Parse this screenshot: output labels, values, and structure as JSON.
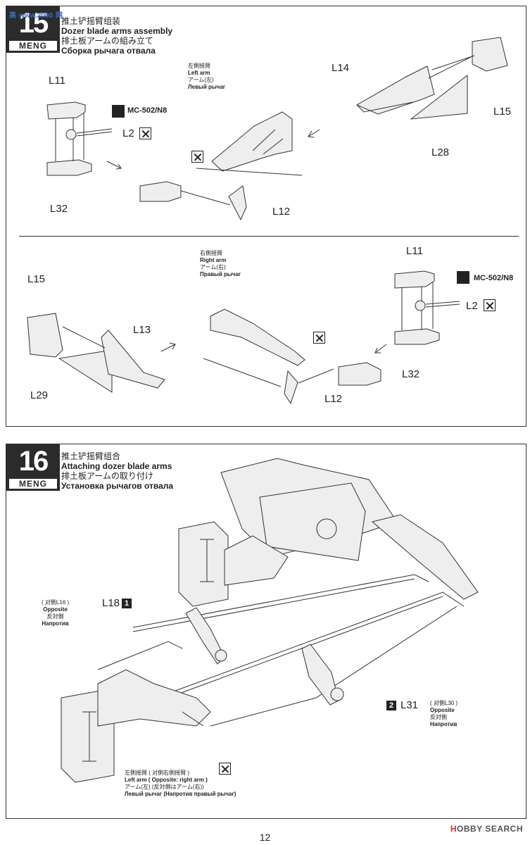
{
  "watermark": "高  www.2000  网",
  "step15": {
    "number": "15",
    "logo": "MENG",
    "title_cn": "推土铲摇臂组装",
    "title_en": "Dozer blade arms assembly",
    "title_jp": "排土板アームの組み立て",
    "title_ru": "Сборка рычага отвала",
    "left_arm": {
      "cn": "左側摇臂",
      "en": "Left arm",
      "jp": "アーム(左)",
      "ru": "Левый рычаг"
    },
    "right_arm": {
      "cn": "右側摇臂",
      "en": "Right arm",
      "jp": "アーム(右)",
      "ru": "Правый рычаг"
    },
    "paint_label": "MC-502/N8",
    "parts": {
      "l11": "L11",
      "l2": "L2",
      "l32": "L32",
      "l12": "L12",
      "l14": "L14",
      "l15": "L15",
      "l28": "L28",
      "l13": "L13",
      "l29": "L29"
    }
  },
  "step16": {
    "number": "16",
    "logo": "MENG",
    "title_cn": "推土铲摇臂组合",
    "title_en": "Attaching dozer blade arms",
    "title_jp": "排土板アームの取り付け",
    "title_ru": "Установка рычагов отвала",
    "l18": {
      "part": "L18",
      "num": "1",
      "cn": "( 对側L16 )",
      "en": "Opposite",
      "jp": "反対側",
      "ru": "Напротив"
    },
    "l31": {
      "part": "L31",
      "num": "2",
      "cn": "( 对側L30 )",
      "en": "Opposite",
      "jp": "反対側",
      "ru": "Напротив"
    },
    "left_arm": {
      "cn": "左側摇臂 ( 对側右側摇臂 )",
      "en": "Left arm ( Opposite: right arm )",
      "jp": "アーム(左) (反対側はアーム(右))",
      "ru": "Левый рычаг (Напротив правый рычаг)"
    }
  },
  "footer": {
    "page": "12",
    "brand_prefix": "H",
    "brand": "OBBY SEARCH"
  }
}
